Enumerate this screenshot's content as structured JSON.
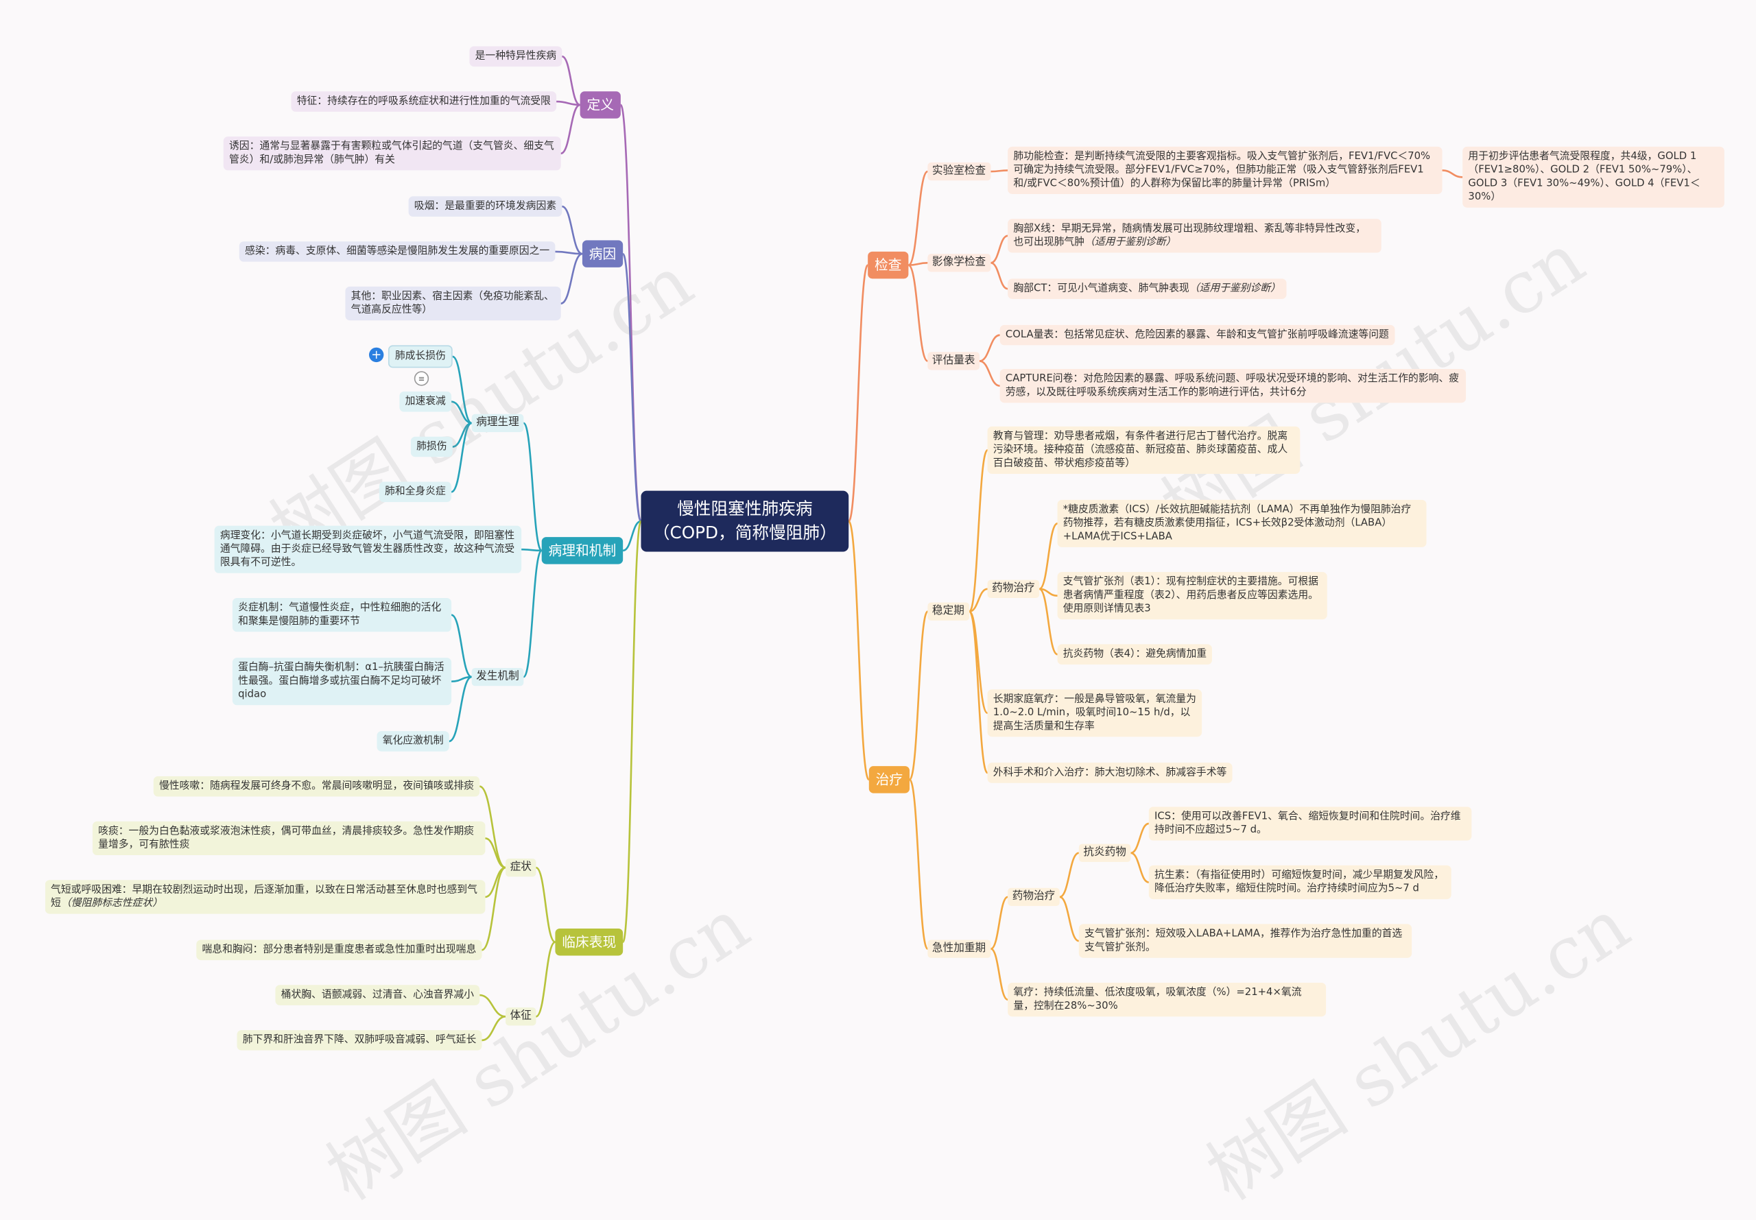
{
  "root": {
    "title": "慢性阻塞性肺疾病",
    "subtitle": "（COPD，简称慢阻肺）"
  },
  "watermark": "树图 shutu.cn",
  "colors": {
    "purple": "#a669b5",
    "indigo": "#7178bf",
    "teal": "#27a3b9",
    "olive": "#b7c33b",
    "orange": "#f18d61",
    "amber": "#f3a83f"
  },
  "branches": [
    {
      "label": "定义",
      "children": [
        {
          "label": "是一种特异性疾病"
        },
        {
          "label": "特征：持续存在的呼吸系统症状和进行性加重的气流受限"
        },
        {
          "label": "诱因：通常与显著暴露于有害颗粒或气体引起的气道（支气管炎、细支气管炎）和/或肺泡异常（肺气肿）有关"
        }
      ]
    },
    {
      "label": "病因",
      "children": [
        {
          "label": "吸烟：是最重要的环境发病因素"
        },
        {
          "label": "感染：病毒、支原体、细菌等感染是慢阻肺发生发展的重要原因之一"
        },
        {
          "label": "其他：职业因素、宿主因素（免疫功能紊乱、气道高反应性等）"
        }
      ]
    },
    {
      "label": "病理和机制",
      "children": [
        {
          "label": "病理生理",
          "children": [
            {
              "label": "肺成长损伤"
            },
            {
              "label": "加速衰减"
            },
            {
              "label": "肺损伤"
            },
            {
              "label": "肺和全身炎症"
            }
          ]
        },
        {
          "label": "病理变化：小气道长期受到炎症破坏，小气道气流受限，即阻塞性通气障碍。由于炎症已经导致气管发生器质性改变，故这种气流受限具有不可逆性。"
        },
        {
          "label": "发生机制",
          "children": [
            {
              "label": "炎症机制：气道慢性炎症，中性粒细胞的活化和聚集是慢阻肺的重要环节"
            },
            {
              "label": "蛋白酶–抗蛋白酶失衡机制：α1–抗胰蛋白酶活性最强。蛋白酶增多或抗蛋白酶不足均可破坏qidao"
            },
            {
              "label": "氧化应激机制"
            }
          ]
        }
      ]
    },
    {
      "label": "临床表现",
      "children": [
        {
          "label": "症状",
          "children": [
            {
              "label": "慢性咳嗽：随病程发展可终身不愈。常晨间咳嗽明显，夜间镇咳或排痰"
            },
            {
              "label": "咳痰：一般为白色黏液或浆液泡沫性痰，偶可带血丝，清晨排痰较多。急性发作期痰量增多，可有脓性痰"
            },
            {
              "label": "气短或呼吸困难：早期在较剧烈运动时出现，后逐渐加重，以致在日常活动甚至休息时也感到气短",
              "note": "（慢阻肺标志性症状）"
            },
            {
              "label": "喘息和胸闷：部分患者特别是重度患者或急性加重时出现喘息"
            }
          ]
        },
        {
          "label": "体征",
          "children": [
            {
              "label": "桶状胸、语颤减弱、过清音、心浊音界减小"
            },
            {
              "label": "肺下界和肝浊音界下降、双肺呼吸音减弱、呼气延长"
            }
          ]
        }
      ]
    },
    {
      "label": "检查",
      "children": [
        {
          "label": "实验室检查",
          "children": [
            {
              "label": "肺功能检查：是判断持续气流受限的主要客观指标。吸入支气管扩张剂后，FEV1/FVC＜70%可确定为持续气流受限。部分FEV1/FVC≥70%，但肺功能正常（吸入支气管舒张剂后FEV1和/或FVC＜80%预计值）的人群称为保留比率的肺量计异常（PRISm）",
              "children": [
                {
                  "label": "用于初步评估患者气流受限程度，共4级，GOLD 1（FEV1≥80%）、GOLD 2（FEV1 50%~79%）、GOLD 3（FEV1 30%~49%）、GOLD 4（FEV1＜30%）"
                }
              ]
            }
          ]
        },
        {
          "label": "影像学检查",
          "children": [
            {
              "label": "胸部X线：早期无异常，随病情发展可出现肺纹理增粗、紊乱等非特异性改变，也可出现肺气肿",
              "note": "（适用于鉴别诊断）"
            },
            {
              "label": "胸部CT：可见小气道病变、肺气肿表现",
              "note": "（适用于鉴别诊断）"
            }
          ]
        },
        {
          "label": "评估量表",
          "children": [
            {
              "label": "COLA量表：包括常见症状、危险因素的暴露、年龄和支气管扩张前呼吸峰流速等问题"
            },
            {
              "label": "CAPTURE问卷：对危险因素的暴露、呼吸系统问题、呼吸状况受环境的影响、对生活工作的影响、疲劳感，以及既往呼吸系统疾病对生活工作的影响进行评估，共计6分"
            }
          ]
        }
      ]
    },
    {
      "label": "治疗",
      "children": [
        {
          "label": "稳定期",
          "children": [
            {
              "label": "教育与管理：劝导患者戒烟，有条件者进行尼古丁替代治疗。脱离污染环境。接种疫苗（流感疫苗、新冠疫苗、肺炎球菌疫苗、成人百白破疫苗、带状疱疹疫苗等）"
            },
            {
              "label": "药物治疗",
              "children": [
                {
                  "label": "*糖皮质激素（ICS）/长效抗胆碱能拮抗剂（LAMA）不再单独作为慢阻肺治疗药物推荐，若有糖皮质激素使用指征，ICS+长效β2受体激动剂（LABA）+LAMA优于ICS+LABA"
                },
                {
                  "label": "支气管扩张剂（表1）：现有控制症状的主要措施。可根据患者病情严重程度（表2）、用药后患者反应等因素选用。使用原则详情见表3"
                },
                {
                  "label": "抗炎药物（表4）：避免病情加重"
                }
              ]
            },
            {
              "label": "长期家庭氧疗：一般是鼻导管吸氧，氧流量为1.0~2.0 L/min，吸氧时间10~15 h/d，以提高生活质量和生存率"
            },
            {
              "label": "外科手术和介入治疗：肺大泡切除术、肺减容手术等"
            }
          ]
        },
        {
          "label": "急性加重期",
          "children": [
            {
              "label": "药物治疗",
              "children": [
                {
                  "label": "抗炎药物",
                  "children": [
                    {
                      "label": "ICS：使用可以改善FEV1、氧合、缩短恢复时间和住院时间。治疗维持时间不应超过5~7 d。"
                    },
                    {
                      "label": "抗生素：（有指征使用时）可缩短恢复时间，减少早期复发风险，降低治疗失败率，缩短住院时间。治疗持续时间应为5~7 d"
                    }
                  ]
                },
                {
                  "label": "支气管扩张剂：短效吸入LABA+LAMA，推荐作为治疗急性加重的首选支气管扩张剂。"
                }
              ]
            },
            {
              "label": "氧疗：持续低流量、低浓度吸氧，吸氧浓度（%）=21+4×氧流量，控制在28%~30%"
            }
          ]
        }
      ]
    }
  ]
}
